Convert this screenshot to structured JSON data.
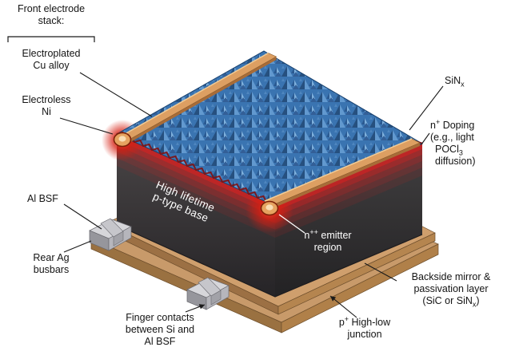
{
  "figure": {
    "type": "solar-cell cross-section diagram",
    "background": "#ffffff"
  },
  "colors": {
    "texture_blue": "#3a74b1",
    "copper": "#dd9f62",
    "emitter_red": "#d42222",
    "silicon_dark": "#39373a",
    "tan_layer": "#cf9f6d",
    "busbar_gray": "#d6d6da"
  },
  "labels": {
    "stack": {
      "l1": "Front electrode",
      "l2": "stack:"
    },
    "cu": {
      "l1": "Electroplated",
      "l2": "Cu alloy"
    },
    "ni": {
      "l1": "Electroless",
      "l2": "Ni"
    },
    "sinx": {
      "base": "SiN",
      "sub": "x"
    },
    "doping": {
      "element": "n",
      "sup": "+",
      "rest": " Doping",
      "l2": "(e.g., light",
      "pocl": "POCl",
      "poclSub": "3",
      "l4": "diffusion)"
    },
    "albsf": {
      "l1": "Al BSF"
    },
    "rearag": {
      "l1": "Rear Ag",
      "l2": "busbars"
    },
    "base": {
      "l1": "High lifetime",
      "l2": "p-type base"
    },
    "emitter": {
      "element": "n",
      "sup": "++",
      "rest": " emitter",
      "l2": "region"
    },
    "backside": {
      "l1": "Backside mirror &",
      "l2": "passivation layer",
      "l3a": "(SiC or SiN",
      "l3sub": "x",
      "l3b": ")"
    },
    "finger": {
      "l1": "Finger contacts",
      "l2": "between Si and",
      "l3": "Al BSF"
    },
    "junction": {
      "element": "p",
      "sup": "+",
      "rest": " High-low",
      "l2": "junction"
    }
  }
}
